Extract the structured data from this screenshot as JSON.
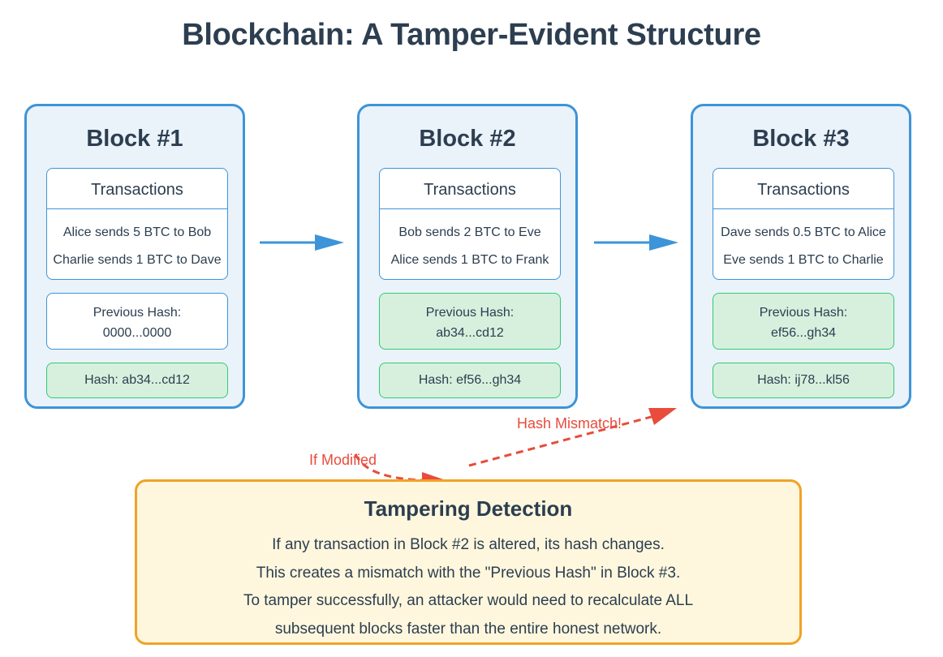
{
  "title": "Blockchain: A Tamper-Evident Structure",
  "blocks": [
    {
      "title": "Block #1",
      "transactions_header": "Transactions",
      "transactions": [
        "Alice sends 5 BTC to Bob",
        "Charlie sends 1 BTC to Dave"
      ],
      "previous_hash_label": "Previous Hash:",
      "previous_hash": "0000...0000",
      "hash": "Hash: ab34...cd12"
    },
    {
      "title": "Block #2",
      "transactions_header": "Transactions",
      "transactions": [
        "Bob sends 2 BTC to Eve",
        "Alice sends 1 BTC to Frank"
      ],
      "previous_hash_label": "Previous Hash:",
      "previous_hash": "ab34...cd12",
      "hash": "Hash: ef56...gh34"
    },
    {
      "title": "Block #3",
      "transactions_header": "Transactions",
      "transactions": [
        "Dave sends 0.5 BTC to Alice",
        "Eve sends 1 BTC to Charlie"
      ],
      "previous_hash_label": "Previous Hash:",
      "previous_hash": "ef56...gh34",
      "hash": "Hash: ij78...kl56"
    }
  ],
  "annotations": {
    "if_modified": "If Modified",
    "hash_mismatch": "Hash Mismatch!"
  },
  "detection": {
    "title": "Tampering Detection",
    "lines": [
      "If any transaction in Block #2 is altered, its hash changes.",
      "This creates a mismatch with the \"Previous Hash\" in Block #3.",
      "To tamper successfully, an attacker would need to recalculate ALL",
      "subsequent blocks faster than the entire honest network."
    ]
  },
  "colors": {
    "block_border": "#3d94d8",
    "block_fill": "#eaf2fa",
    "hash_fill": "#d7f0de",
    "hash_border": "#2ecc71",
    "alert": "#e74c3c",
    "detection_border": "#f0a326",
    "detection_fill": "#fef7dd"
  }
}
